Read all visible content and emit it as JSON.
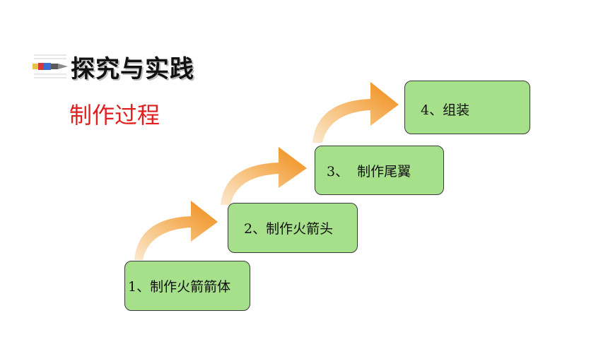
{
  "header": {
    "title": "探究与实践",
    "icon": "rocket-icon"
  },
  "subtitle": "制作过程",
  "steps": [
    {
      "label": "1、制作火箭箭体"
    },
    {
      "label": "2、制作火箭头"
    },
    {
      "label": "3、  制作尾翼"
    },
    {
      "label": "4、组装"
    }
  ],
  "colors": {
    "step_fill": "#a6e08a",
    "arrow": "#f08a1a",
    "subtitle": "#e02020"
  }
}
